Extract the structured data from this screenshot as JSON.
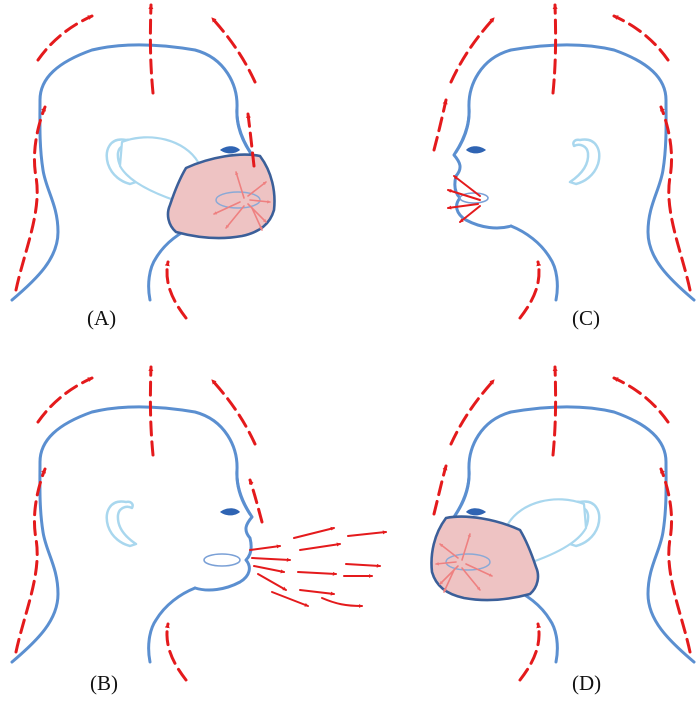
{
  "figure": {
    "panels": [
      {
        "id": "A",
        "label": "(A)",
        "facing": "right",
        "mask": true,
        "mouth": "closed"
      },
      {
        "id": "B",
        "label": "(B)",
        "facing": "right",
        "mask": false,
        "mouth": "open"
      },
      {
        "id": "C",
        "label": "(C)",
        "facing": "left",
        "mask": false,
        "mouth": "closed"
      },
      {
        "id": "D",
        "label": "(D)",
        "facing": "left",
        "mask": true,
        "mouth": "closed"
      }
    ]
  },
  "colors": {
    "outline": "#5b8fd0",
    "ear": "#a9d7ee",
    "nostril": "#2f64b3",
    "mask_fill": "#eec3c3",
    "mask_edge": "#3b5f99",
    "airflow": "#e41a1c"
  }
}
